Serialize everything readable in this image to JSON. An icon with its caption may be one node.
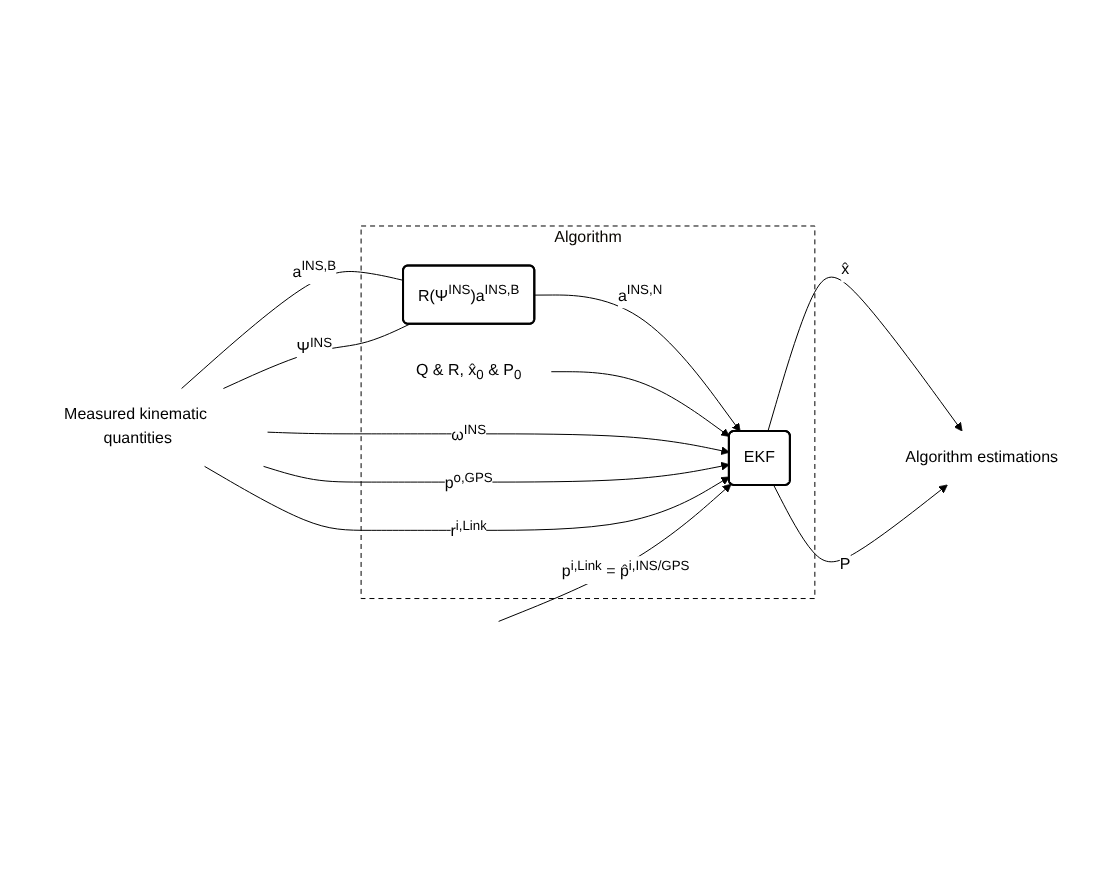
{
  "diagram": {
    "nodes": [
      {
        "text": [
          "Algorithm"
        ]
      },
      {
        "text": [
          "Measured kinematic quantities"
        ]
      },
      {
        "text": [
          "R(Ψ$^{INS}$)a$^{INS,B}$"
        ],
        "in": 0
      },
      {
        "text": [
          "EKF"
        ],
        "in": 0
      },
      {
        "text": [
          "Q & R, x̂$_{0}$ & P$_{0}$"
        ],
        "in": 0
      },
      {
        "text": [
          "Algorithm estimations"
        ]
      }
    ],
    "edges": [
      {
        "from": 1,
        "to": 2,
        "arrow": "none",
        "label": "a$^{INS,B}$"
      },
      {
        "from": 1,
        "to": 2,
        "arrow": "none",
        "label": "Ψ$^{INS}$"
      },
      {
        "from": 1,
        "to": 3,
        "arrow": "to",
        "label": "ω$^{INS}$"
      },
      {
        "from": 1,
        "to": 3,
        "arrow": "to",
        "label": "p$^{o,GPS}$"
      },
      {
        "from": 1,
        "to": 3,
        "arrow": "to",
        "label": "r$^{i,Link}$"
      },
      {
        "from": 2,
        "to": 3,
        "arrow": "to",
        "label": "a$^{INS,N}$"
      },
      {
        "from": null,
        "to": 3,
        "arrow": "to",
        "label": "p$^{i,Link}$ = p̂$^{i,INS/GPS}$"
      },
      {
        "from": 4,
        "to": 3,
        "arrow": "to"
      },
      {
        "from": 3,
        "to": 5,
        "arrow": "to",
        "label": "x̂"
      },
      {
        "from": 3,
        "to": 5,
        "arrow": "to",
        "label": "P"
      }
    ]
  }
}
